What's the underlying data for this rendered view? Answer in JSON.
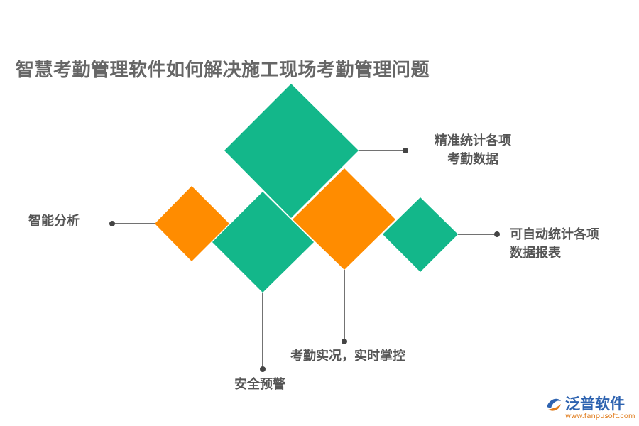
{
  "title": "智慧考勤管理软件如何解决施工现场考勤管理问题",
  "colors": {
    "green": "#13b78a",
    "orange": "#ff8c00",
    "line": "#444444",
    "title": "#666666"
  },
  "labels": {
    "accurate_stats_line1": "精准统计各项",
    "accurate_stats_line2": "考勤数据",
    "auto_report_line1": "可自动统计各项",
    "auto_report_line2": "数据报表",
    "smart_analysis": "智能分析",
    "realtime": "考勤实况，实时掌控",
    "safety_warning": "安全预警"
  },
  "logo": {
    "name": "泛普软件",
    "url": "www.fanpusoft.com",
    "icon": "fanpu-logo-icon"
  }
}
